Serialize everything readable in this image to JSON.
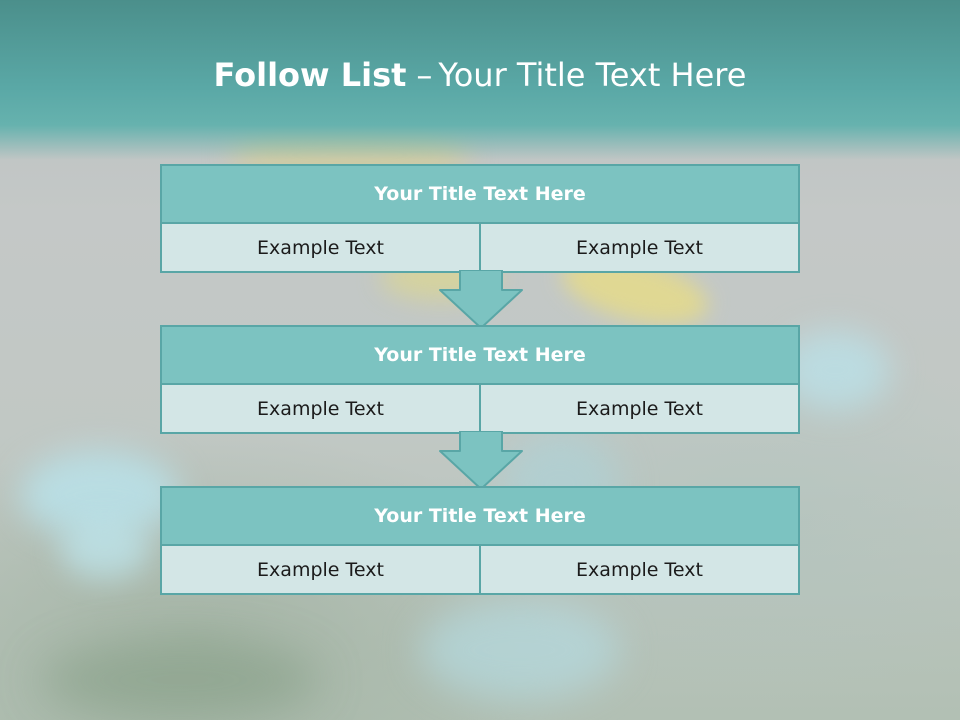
{
  "slide": {
    "title_lead": "Follow List",
    "title_dash": "–",
    "title_rest": "Your Title Text Here"
  },
  "blocks": [
    {
      "title": "Your Title Text Here",
      "left": "Example Text",
      "right": "Example Text"
    },
    {
      "title": "Your Title Text Here",
      "left": "Example Text",
      "right": "Example Text"
    },
    {
      "title": "Your Title Text Here",
      "left": "Example Text",
      "right": "Example Text"
    }
  ],
  "colors": {
    "header": "#5aa8a6",
    "block_title": "#7cc3c1",
    "block_cell": "#d3e6e6",
    "border": "#59a6a6",
    "arrow": "#7cc3c1"
  }
}
